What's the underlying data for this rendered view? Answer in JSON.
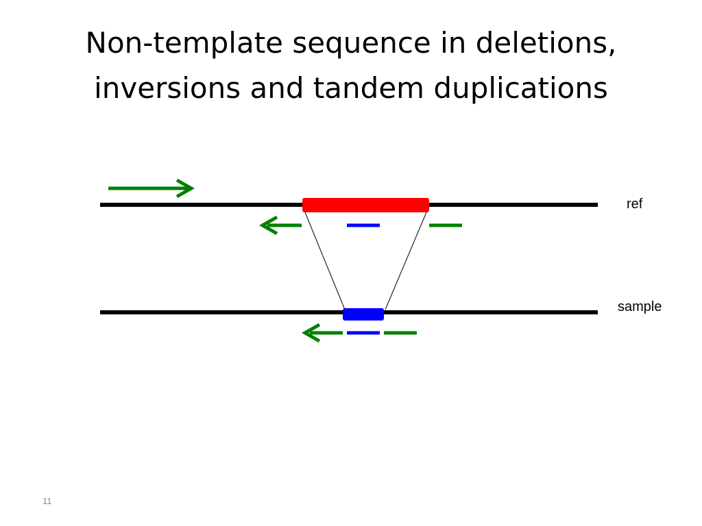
{
  "slide": {
    "title_line1": "Non-template sequence in deletions,",
    "title_line2": "inversions and tandem duplications",
    "page_number": "11"
  },
  "diagram": {
    "ref_label": "ref",
    "sample_label": "sample",
    "colors": {
      "line": "#000000",
      "deleted_segment": "#ff0000",
      "inserted_segment": "#0000ff",
      "read": "#008000",
      "non_template_read": "#0000ff"
    }
  }
}
